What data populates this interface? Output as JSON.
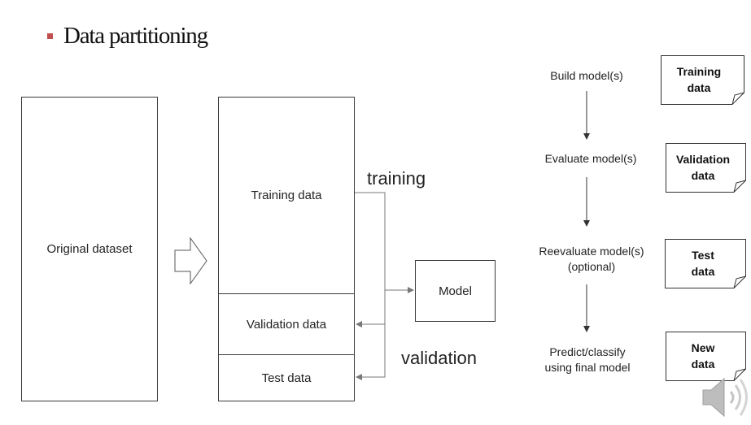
{
  "slide": {
    "title": "Data partitioning"
  },
  "left": {
    "original": "Original dataset"
  },
  "partitions": {
    "training": "Training data",
    "validation": "Validation data",
    "test": "Test data"
  },
  "model": {
    "label": "Model"
  },
  "flow_labels": {
    "training": "training",
    "validation": "validation"
  },
  "steps": [
    {
      "line1": "Build model(s)",
      "line2": ""
    },
    {
      "line1": "Evaluate model(s)",
      "line2": ""
    },
    {
      "line1": "Reevaluate model(s)",
      "line2": "(optional)"
    },
    {
      "line1": "Predict/classify",
      "line2": "using final model"
    }
  ],
  "notes": [
    {
      "line1": "Training",
      "line2": "data"
    },
    {
      "line1": "Validation",
      "line2": "data"
    },
    {
      "line1": "Test",
      "line2": "data"
    },
    {
      "line1": "New",
      "line2": "data"
    }
  ],
  "colors": {
    "bullet": "#c0504d",
    "arrow": "#777777",
    "speaker": "#b8b8b8"
  },
  "icons": {
    "transform_arrow": "hollow-right-arrow",
    "speaker": "speaker-icon"
  }
}
